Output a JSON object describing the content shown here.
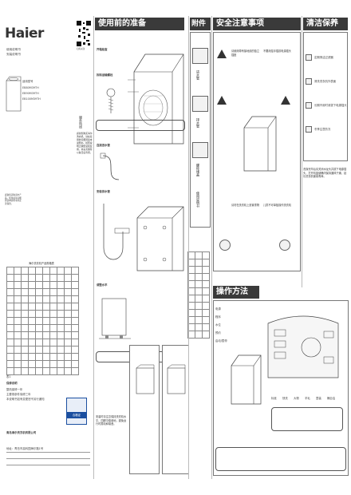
{
  "brand": "Haier",
  "cover": {
    "subtitle1": "使用说明书",
    "subtitle2": "安装说明书",
    "models_heading": "适用型号",
    "models": [
      "EB80M39TH",
      "EB90M39TH",
      "EB100M39TH"
    ],
    "fine_print": "感谢您选购海尔产品，使用前请仔细阅读本说明书并妥善保管。"
  },
  "column2": {
    "top_vertical": "服务热线",
    "box_title": "海尔洗衣机产品规格表",
    "notes_title": "保修说明",
    "notes": [
      "整机保修一年",
      "主要零部件保修三年",
      "本说明书如有变更恕不另行通知"
    ],
    "qr_caption": "扫码关注"
  },
  "sections": {
    "install": "使用前的准备",
    "parts": "附件",
    "safety": "安全注意事项",
    "care": "清洁保养",
    "operation": "操作方法"
  },
  "install_sub": [
    "开箱检查",
    "拆除运输螺栓",
    "连接进水管",
    "安装排水管",
    "调整水平"
  ],
  "parts_items": [
    "进水管",
    "排水管",
    "螺栓堵盖",
    "使用说明书"
  ],
  "safety_points": [
    "请使用带有接地线的独立插座",
    "不要用湿手插拔电源插头",
    "请勿在洗衣机上放置重物",
    "儿童不可单独操作洗衣机"
  ],
  "care_points": [
    "定期清洁过滤器",
    "清洗洗衣机外表面",
    "长期不用时请拔下电源插头",
    "冬季注意防冻"
  ],
  "operation_panel": {
    "buttons": [
      "电源",
      "程序",
      "水位",
      "预约",
      "启动/暂停"
    ],
    "programs": [
      "标准",
      "快洗",
      "大物",
      "羊毛",
      "童装",
      "桶自洁"
    ]
  },
  "footer": {
    "company": "青岛海尔洗衣机有限公司",
    "address": "地址：青岛市高科园海尔路1号",
    "badge": "合格证"
  },
  "table_label": "表1",
  "colors": {
    "header": "#3a3a3a",
    "brand": "#1b4fa0"
  },
  "icons": [
    "warning-icon",
    "no-touch-icon",
    "plug-icon",
    "drum-icon",
    "hose-icon",
    "screw-icon"
  ]
}
